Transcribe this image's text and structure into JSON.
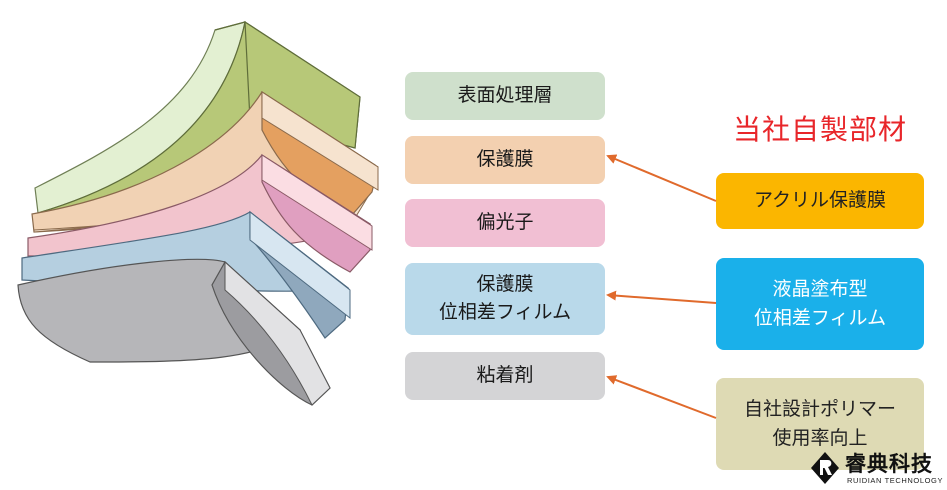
{
  "layers": [
    {
      "label_lines": [
        "表面処理層"
      ],
      "color": "#cfe0cc"
    },
    {
      "label_lines": [
        "保護膜"
      ],
      "color": "#f3d0b0"
    },
    {
      "label_lines": [
        "偏光子"
      ],
      "color": "#f1bfd3"
    },
    {
      "label_lines": [
        "保護膜",
        "位相差フィルム"
      ],
      "color": "#b9d9ea"
    },
    {
      "label_lines": [
        "粘着剤"
      ],
      "color": "#d4d4d6"
    }
  ],
  "company_materials_title": "当社自製部材",
  "materials": [
    {
      "lines": [
        "アクリル保護膜"
      ],
      "bg": "#fbb600",
      "fg": "#222222"
    },
    {
      "lines": [
        "液晶塗布型",
        "位相差フィルム"
      ],
      "bg": "#1ab0ea",
      "fg": "#ffffff"
    },
    {
      "lines": [
        "自社設計ポリマー",
        "使用率向上"
      ],
      "bg": "#dedab4",
      "fg": "#222222"
    }
  ],
  "arrow_color": "#e06a2c",
  "brand": {
    "name_cn": "睿典科技",
    "name_en": "RUIDIAN TECHNOLOGY"
  }
}
